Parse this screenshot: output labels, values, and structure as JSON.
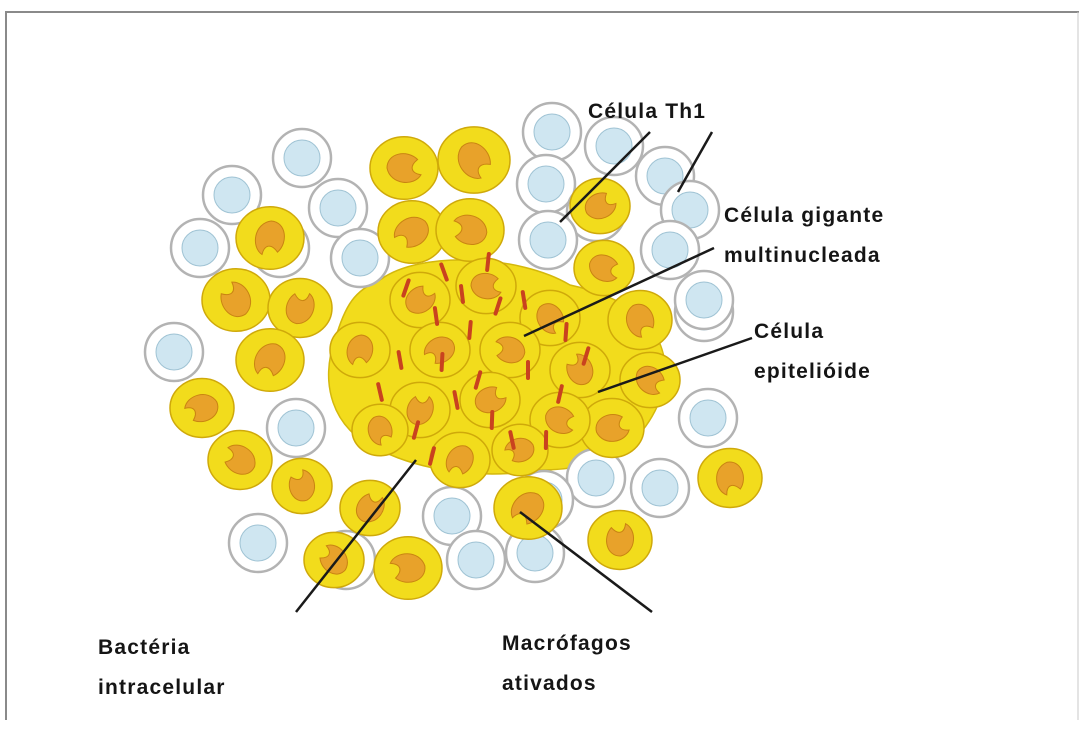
{
  "labels": {
    "th1": "Célula Th1",
    "giant_line1": "Célula gigante",
    "giant_line2": "multinucleada",
    "epith_line1": "Célula",
    "epith_line2": "epitelióide",
    "bact_line1": "Bactéria",
    "bact_line2": "intracelular",
    "macro_line1": "Macrófagos",
    "macro_line2": "ativados"
  },
  "colors": {
    "macrophage_fill": "#f2dc1c",
    "macrophage_nucleus": "#e8a22a",
    "lymphocyte_fill": "#cfe6f1",
    "lymphocyte_ring": "#b3b3b3",
    "bacteria": "#c9421f",
    "leader_line": "#1a1a1a",
    "frame": "#8a8a8a"
  }
}
